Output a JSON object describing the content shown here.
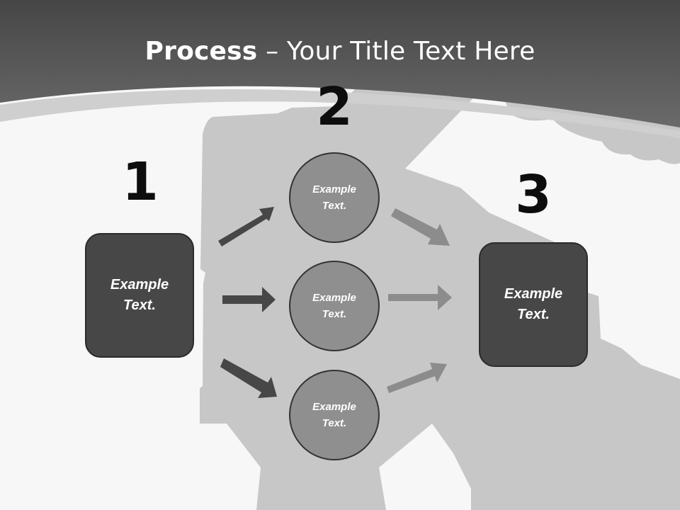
{
  "slide": {
    "title_bold": "Process",
    "title_rest": " – Your Title Text Here"
  },
  "steps": {
    "n1": "1",
    "n2": "2",
    "n3": "3"
  },
  "boxes": {
    "left": "Example Text.",
    "right": "Example Text."
  },
  "circles": [
    {
      "label": "Example Text."
    },
    {
      "label": "Example Text."
    },
    {
      "label": "Example Text."
    }
  ],
  "colors": {
    "header": "#5a5a5a",
    "box_fill": "#474747",
    "circle_fill": "#8f8f8f",
    "arrow_dark": "#474747",
    "arrow_light": "#8c8c8c",
    "background": "#f7f7f7"
  }
}
